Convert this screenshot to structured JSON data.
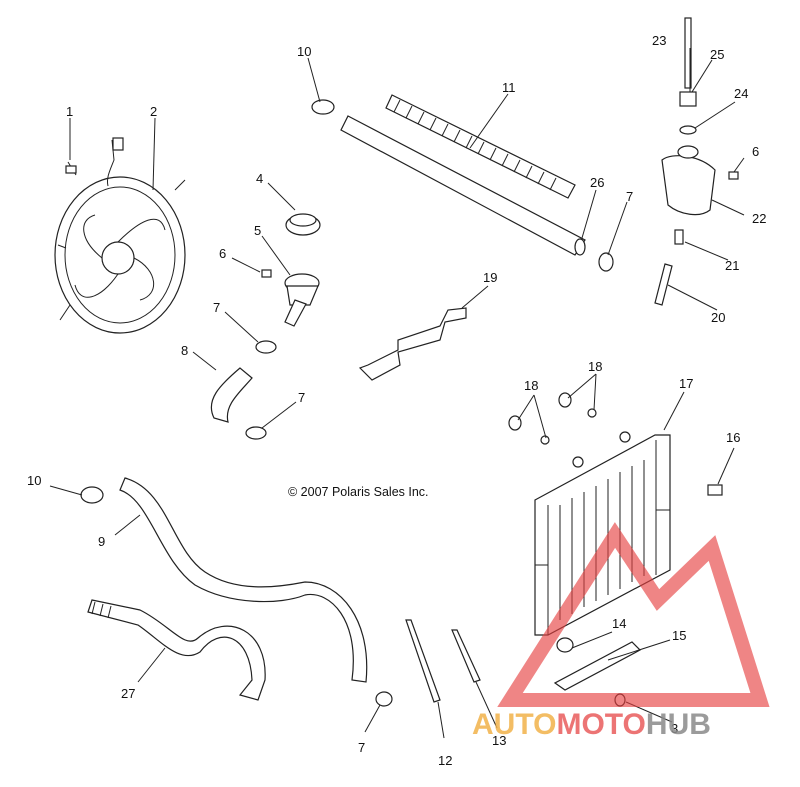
{
  "copyright": "© 2007 Polaris Sales Inc.",
  "callouts": [
    "1",
    "2",
    "3",
    "4",
    "5",
    "6",
    "6",
    "7",
    "7",
    "7",
    "7",
    "8",
    "9",
    "10",
    "10",
    "11",
    "12",
    "13",
    "14",
    "15",
    "16",
    "17",
    "18",
    "18",
    "19",
    "20",
    "21",
    "22",
    "23",
    "24",
    "25",
    "26",
    "27"
  ],
  "watermark": {
    "part1": "AUTO",
    "part2": "MOTO",
    "part3": "HUB",
    "colors": {
      "auto": "#f2b24a",
      "moto": "#e64040",
      "hub": "#8a8a8a",
      "triangle": "#e64040"
    }
  }
}
